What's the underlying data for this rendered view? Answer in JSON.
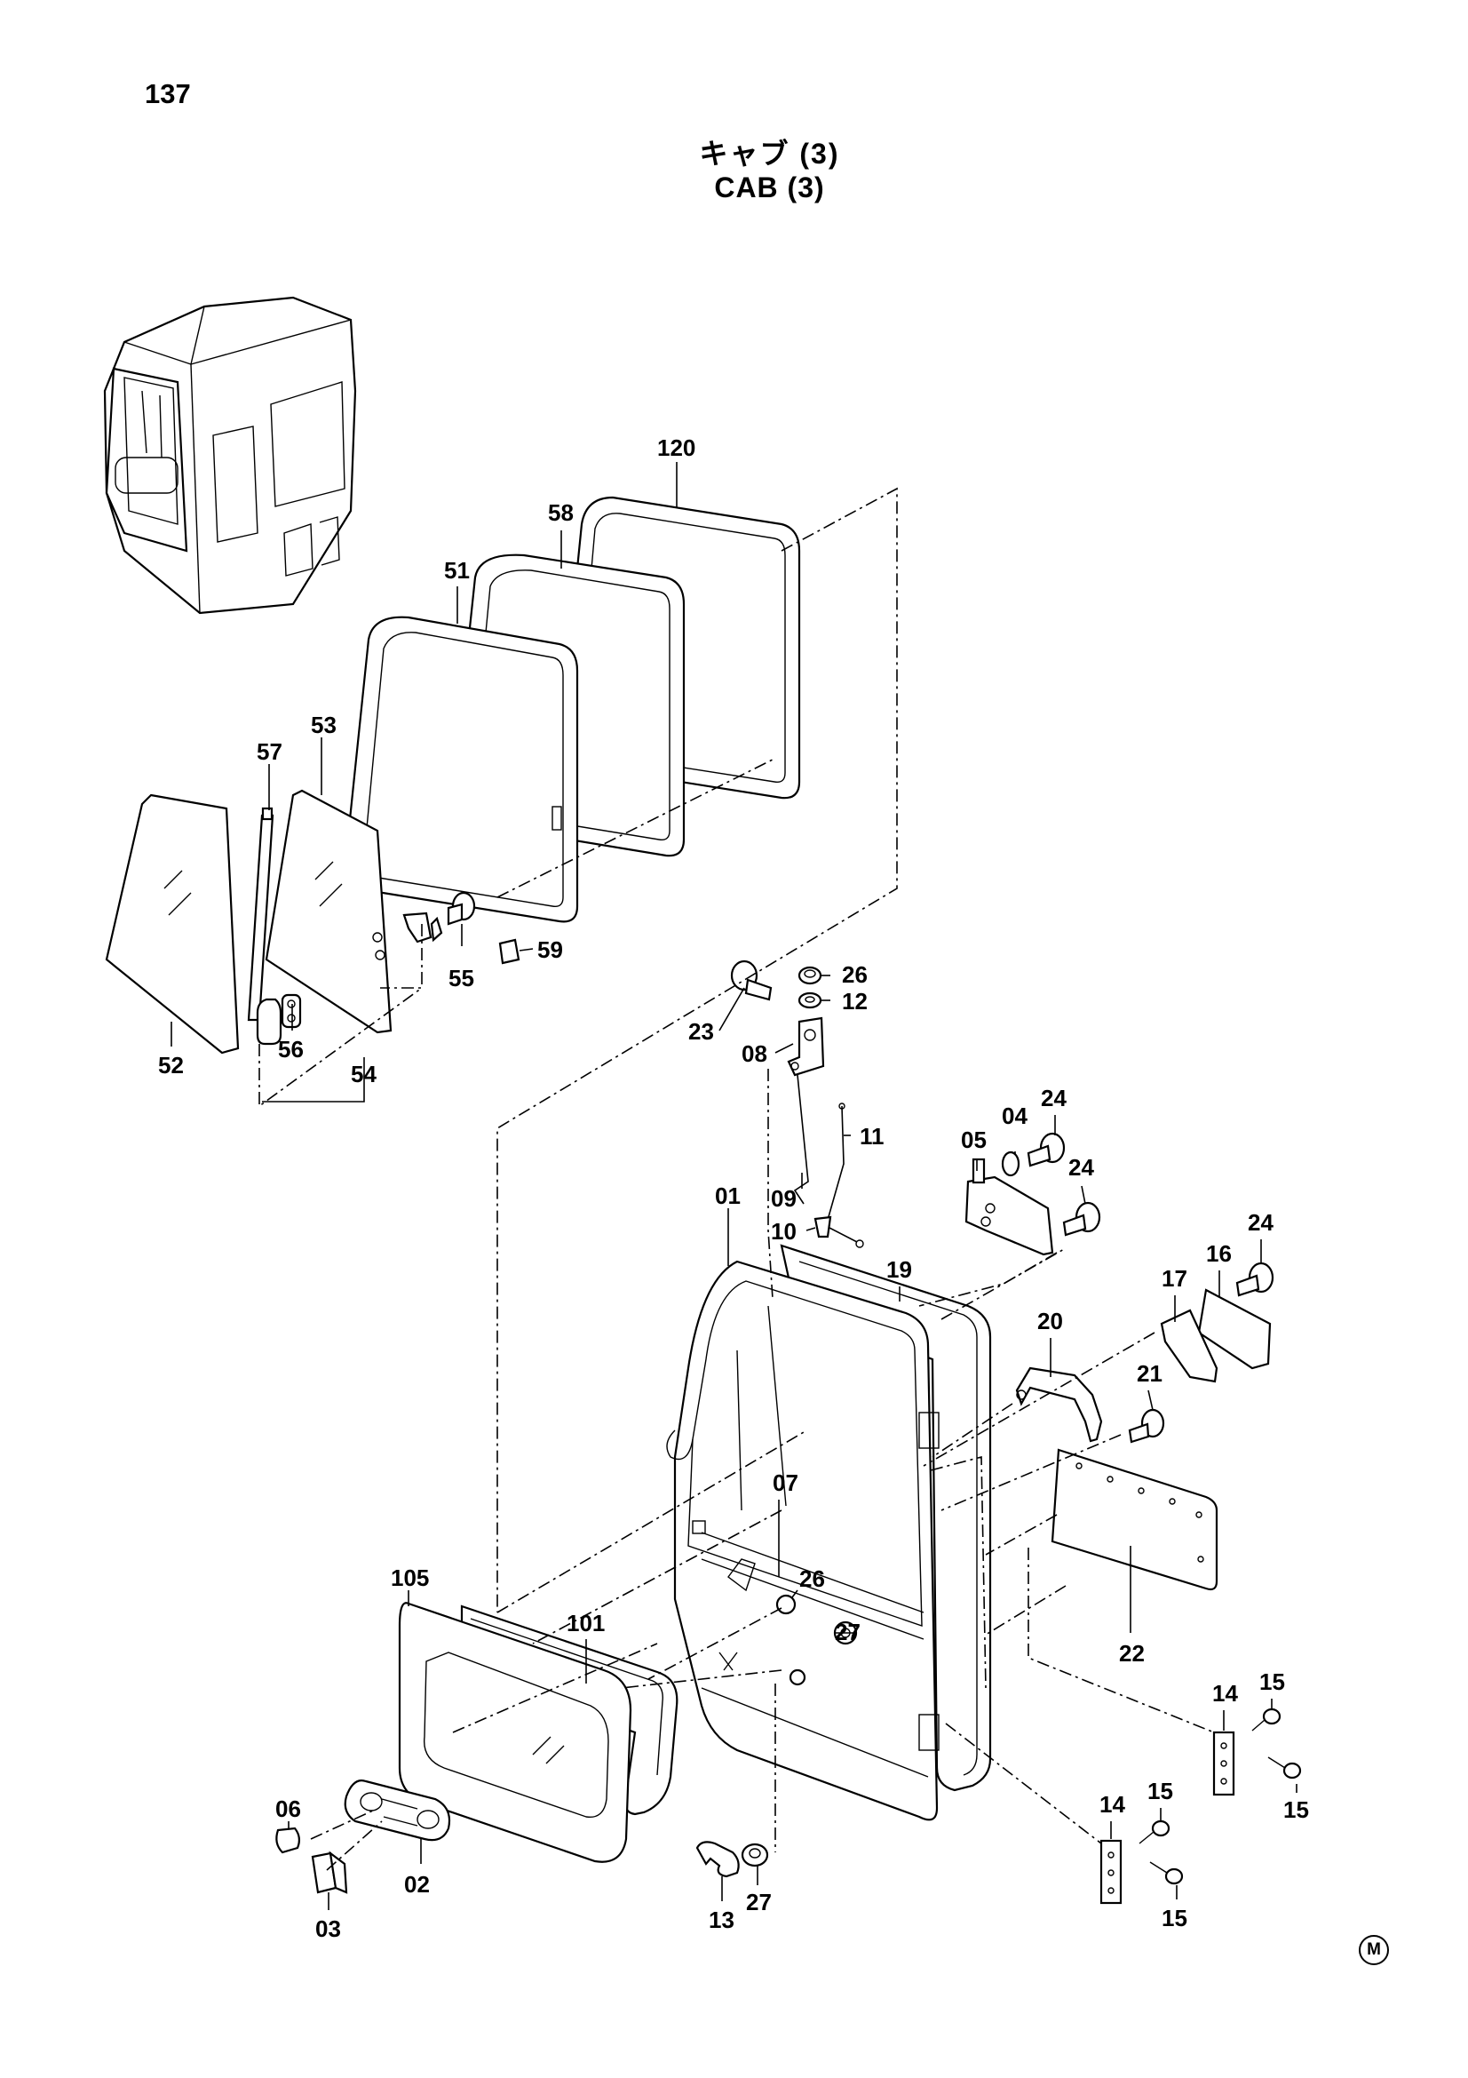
{
  "page_number": "137",
  "title_ja": "キャブ (3)",
  "title_en": "CAB (3)",
  "mark": "M",
  "labels": {
    "p120": "120",
    "p58": "58",
    "p51": "51",
    "p57": "57",
    "p53": "53",
    "p52": "52",
    "p56": "56",
    "p54": "54",
    "p55": "55",
    "p59": "59",
    "p26a": "26",
    "p12": "12",
    "p23": "23",
    "p08": "08",
    "p11": "11",
    "p24a": "24",
    "p04": "04",
    "p05": "05",
    "p24b": "24",
    "p09": "09",
    "p10": "10",
    "p01": "01",
    "p19": "19",
    "p24c": "24",
    "p16": "16",
    "p17": "17",
    "p20": "20",
    "p21": "21",
    "p07": "07",
    "p26b": "26",
    "p27a": "27",
    "p22": "22",
    "p105": "105",
    "p101": "101",
    "p14a": "14",
    "p15a": "15",
    "p15b": "15",
    "p14b": "14",
    "p15c": "15",
    "p15d": "15",
    "p06": "06",
    "p02": "02",
    "p03": "03",
    "p13": "13",
    "p27b": "27"
  }
}
